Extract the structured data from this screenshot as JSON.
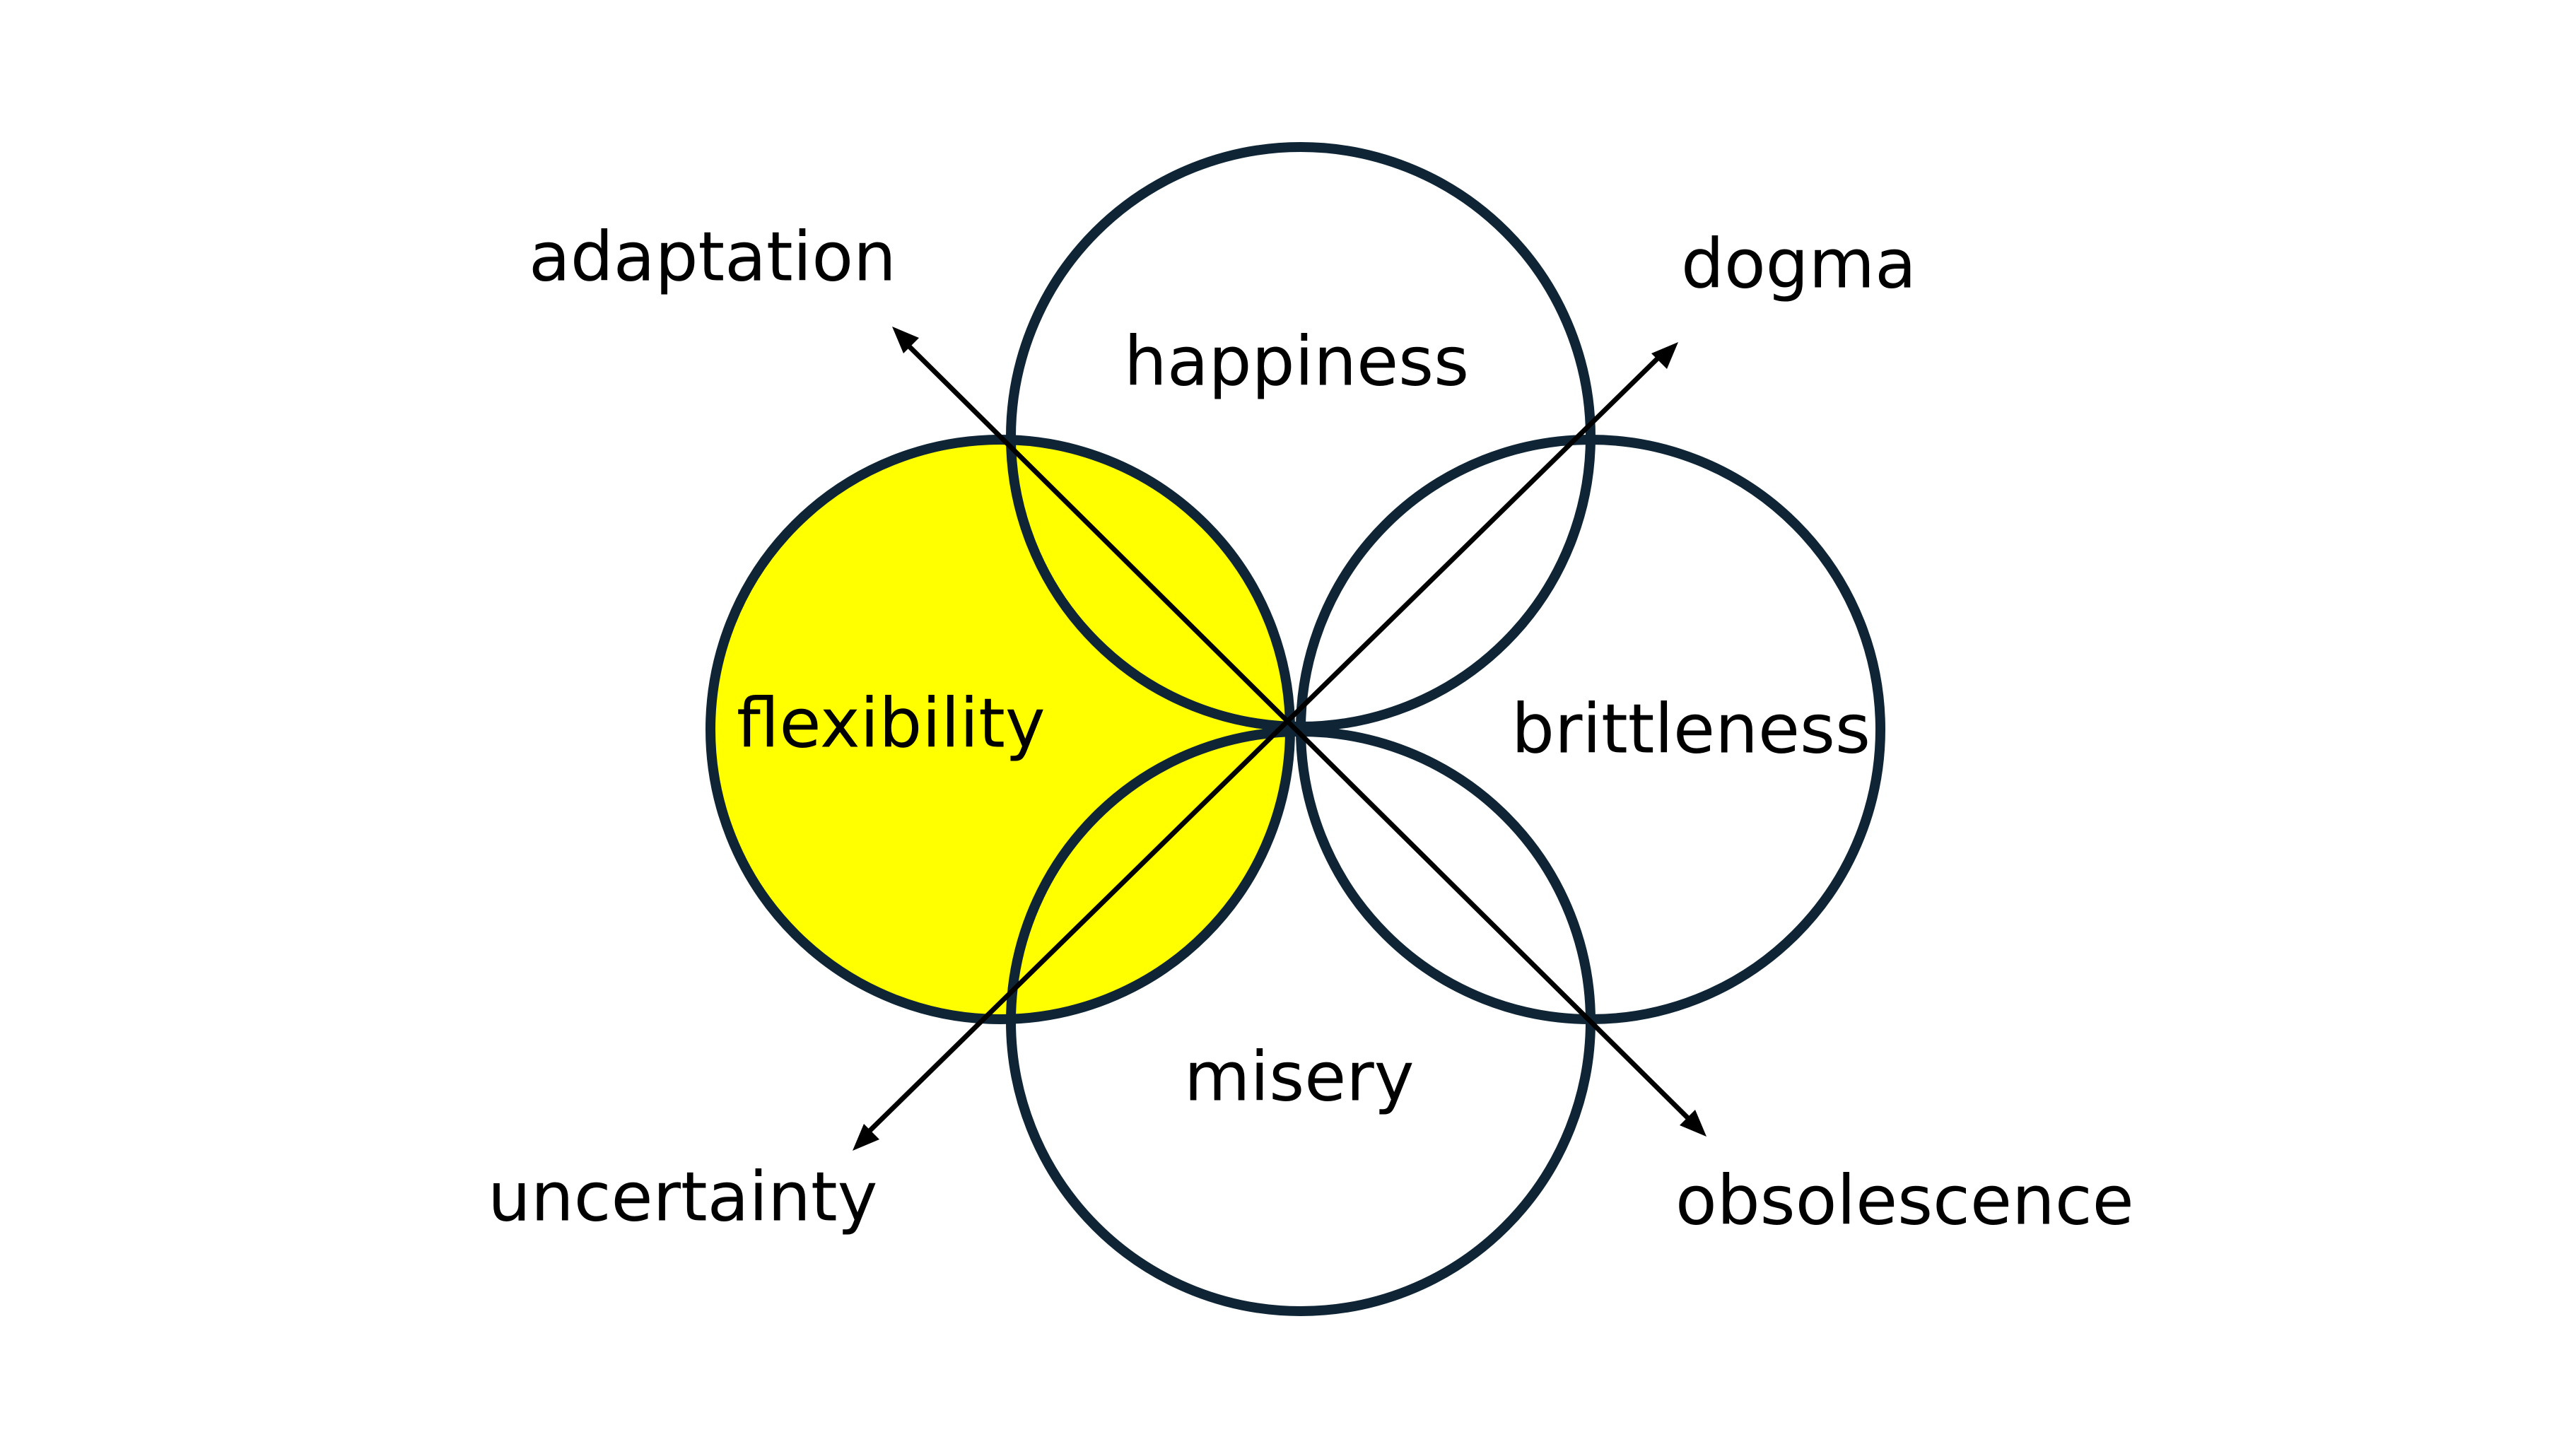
{
  "diagram": {
    "highlight_color": "#ffff00",
    "stroke_color": "#0f2535",
    "circles": {
      "top": "happiness",
      "left": "flexibility",
      "right": "brittleness",
      "bottom": "misery"
    },
    "highlighted_circle": "left",
    "arrows": {
      "up_left": "adaptation",
      "up_right": "dogma",
      "down_left": "uncertainty",
      "down_right": "obsolescence"
    }
  }
}
